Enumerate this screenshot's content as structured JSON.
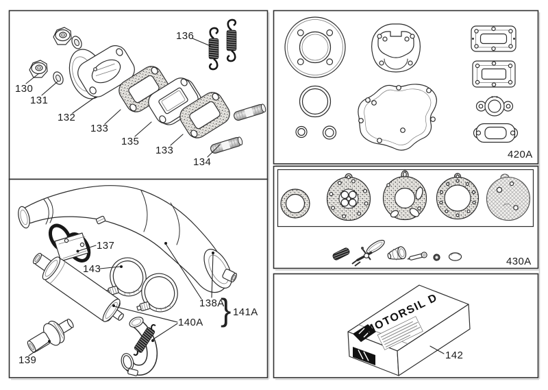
{
  "figure": {
    "callouts": {
      "c130": "130",
      "c131": "131",
      "c132": "132",
      "c133": "133",
      "c134": "134",
      "c135": "135",
      "c136": "136",
      "c137": "137",
      "c138a": "138A",
      "c139": "139",
      "c140a": "140A",
      "c141a": "141A",
      "c142": "142",
      "c143": "143"
    },
    "group_brace": "}",
    "panel_codes": {
      "gasket_set": "420A",
      "carb_repair_kit": "430A"
    },
    "product_box": {
      "brand": "MOTORSIL D"
    },
    "colors": {
      "line": "#2b2b2b",
      "label_text": "#1a1a1a",
      "gasket_speck": "#5f5f5f",
      "spring_dark": "#1e1e1e",
      "panel_border": "#2f2f2f"
    }
  }
}
